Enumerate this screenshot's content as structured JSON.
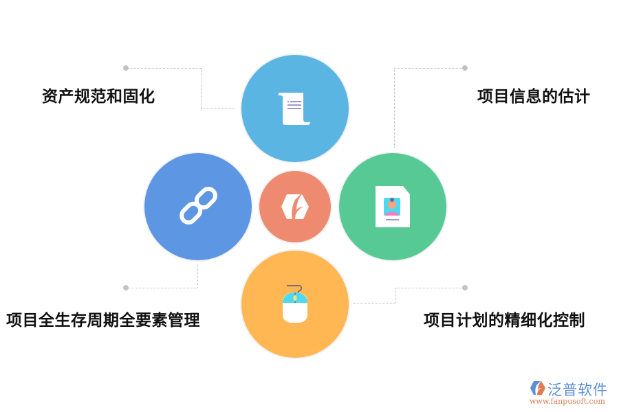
{
  "diagram": {
    "center": {
      "icon": "brand-hexagon-leaf-icon",
      "color": "#ee8a70"
    },
    "nodes": [
      {
        "id": "top",
        "label": "资产规范和固化",
        "icon": "scroll-document-icon",
        "color": "#5bb5e3"
      },
      {
        "id": "right",
        "label": "项目信息的估计",
        "icon": "profile-card-icon",
        "color": "#57c994"
      },
      {
        "id": "left",
        "label": "项目全生存周期全要素管理",
        "icon": "chain-link-icon",
        "color": "#5d96e3"
      },
      {
        "id": "bottom",
        "label": "项目计划的精细化控制",
        "icon": "computer-mouse-icon",
        "color": "#ffb753"
      }
    ]
  },
  "watermark": {
    "brand": "泛普软件",
    "url": "www.fanpusoft.com"
  }
}
